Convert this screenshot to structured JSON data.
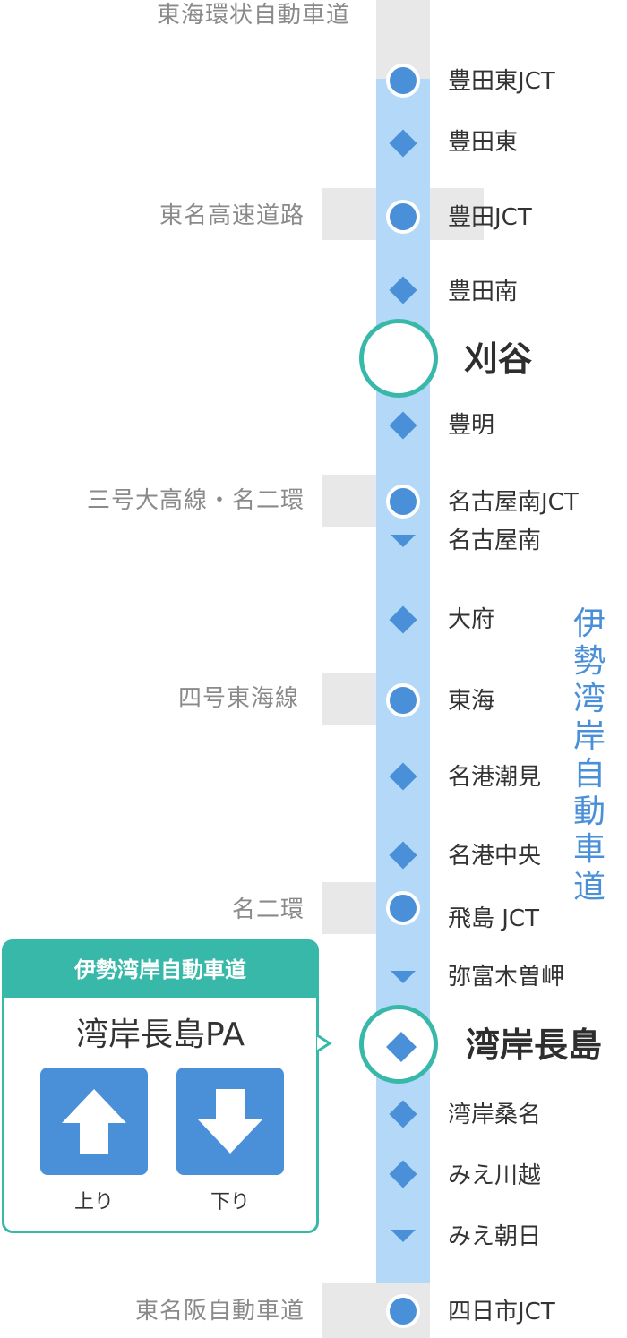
{
  "top_road": "東海環状自動車道",
  "bottom_road": "東名阪自動車道",
  "route_name": "伊勢湾岸自動車道",
  "crossing_roads": {
    "tomei": "東名高速道路",
    "sango": "三号大高線・名二環",
    "yongo": "四号東海線",
    "meinikan": "名二環"
  },
  "stops": [
    {
      "name": "豊田東JCT",
      "type": "jct"
    },
    {
      "name": "豊田東",
      "type": "ic"
    },
    {
      "name": "豊田JCT",
      "type": "jct"
    },
    {
      "name": "豊田南",
      "type": "ic"
    },
    {
      "name": "刈谷",
      "type": "major"
    },
    {
      "name": "豊明",
      "type": "ic"
    },
    {
      "name": "名古屋南JCT",
      "type": "jct"
    },
    {
      "name": "名古屋南",
      "type": "half-ic"
    },
    {
      "name": "大府",
      "type": "ic"
    },
    {
      "name": "東海",
      "type": "jct"
    },
    {
      "name": "名港潮見",
      "type": "ic"
    },
    {
      "name": "名港中央",
      "type": "ic"
    },
    {
      "name": "飛島 JCT",
      "type": "jct"
    },
    {
      "name": "弥富木曽岬",
      "type": "half-ic"
    },
    {
      "name": "湾岸長島",
      "type": "major-ic"
    },
    {
      "name": "湾岸桑名",
      "type": "ic"
    },
    {
      "name": "みえ川越",
      "type": "ic"
    },
    {
      "name": "みえ朝日",
      "type": "half-ic"
    },
    {
      "name": "四日市JCT",
      "type": "jct"
    }
  ],
  "popup": {
    "header": "伊勢湾岸自動車道",
    "title": "湾岸長島PA",
    "up_label": "上り",
    "down_label": "下り"
  },
  "icons": {
    "up": "arrow-up-icon",
    "down": "arrow-down-icon"
  },
  "colors": {
    "route": "#b3d8f8",
    "marker": "#4a90d9",
    "accent": "#38b8a8",
    "band": "#e8e8e8"
  }
}
